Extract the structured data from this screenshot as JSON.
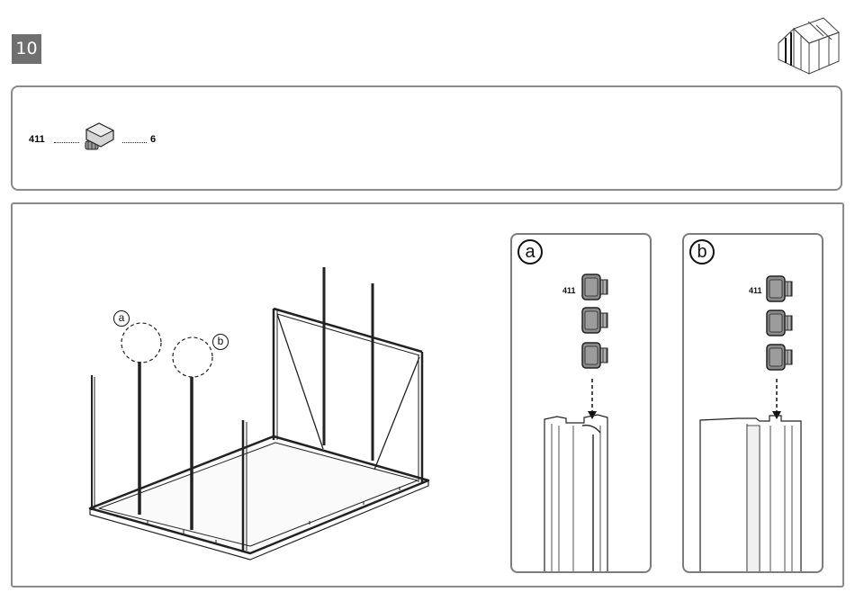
{
  "step": {
    "number": "10"
  },
  "parts": [
    {
      "id": "411",
      "quantity": "6"
    }
  ],
  "details": {
    "a": {
      "letter": "a",
      "part_id": "411"
    },
    "b": {
      "letter": "b",
      "part_id": "411"
    }
  },
  "callouts": {
    "a": "a",
    "b": "b"
  },
  "colors": {
    "badge": "#6f6f6f",
    "panel_border": "#8a8a8a",
    "bolt_fill": "#8a8a8a"
  }
}
